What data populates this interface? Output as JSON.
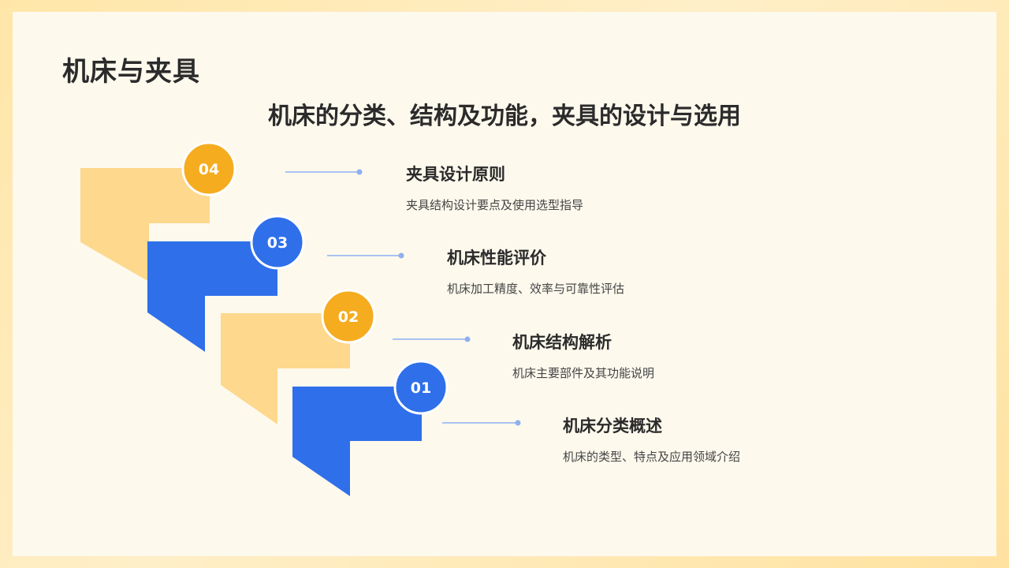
{
  "page": {
    "title": "机床与夹具",
    "subtitle": "机床的分类、结构及功能，夹具的设计与选用"
  },
  "colors": {
    "yellow_light": "#fdd88d",
    "yellow_badge": "#f5ac1f",
    "blue": "#2f6fea",
    "connector": "#a9c3f3"
  },
  "steps": [
    {
      "number": "04",
      "title": "夹具设计原则",
      "desc": "夹具结构设计要点及使用选型指导",
      "theme": "yellow"
    },
    {
      "number": "03",
      "title": "机床性能评价",
      "desc": "机床加工精度、效率与可靠性评估",
      "theme": "blue"
    },
    {
      "number": "02",
      "title": "机床结构解析",
      "desc": "机床主要部件及其功能说明",
      "theme": "yellow"
    },
    {
      "number": "01",
      "title": "机床分类概述",
      "desc": "机床的类型、特点及应用领域介绍",
      "theme": "blue"
    }
  ]
}
